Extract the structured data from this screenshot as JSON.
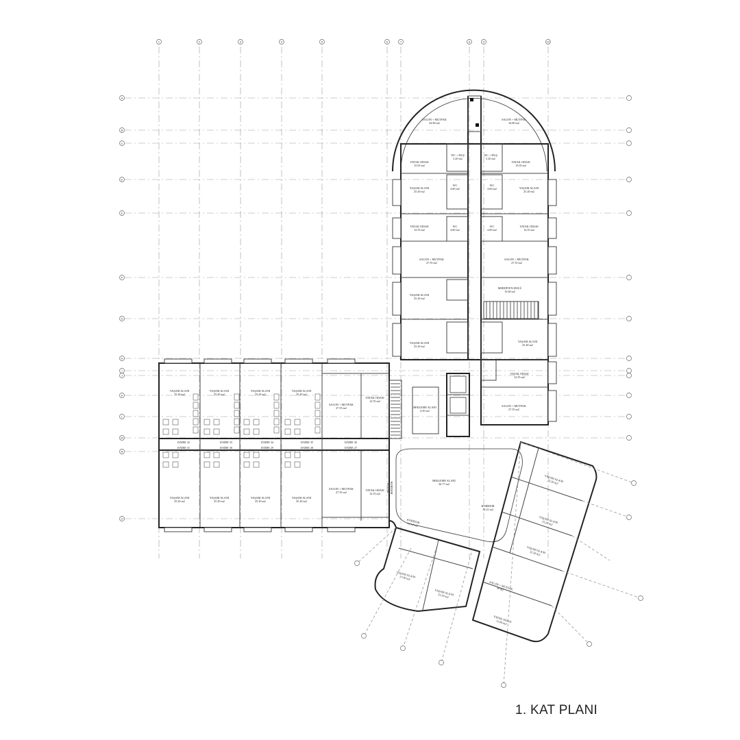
{
  "title": "1. KAT PLANI",
  "grid_axes": {
    "vertical": [
      "1",
      "2",
      "3",
      "4",
      "5",
      "6",
      "7",
      "8",
      "9",
      "10"
    ],
    "horizontal": [
      "A",
      "B",
      "C",
      "D",
      "E",
      "F",
      "G",
      "H",
      "I",
      "J",
      "K",
      "L",
      "M",
      "N",
      "O"
    ]
  },
  "rooms": [
    {
      "name": "SALON + MUTFAK",
      "area": "34.90 m2"
    },
    {
      "name": "SALON + MUTFAK",
      "area": "34.80 m2"
    },
    {
      "name": "YATAK ODASI",
      "area": "15.05 m2"
    },
    {
      "name": "YATAK ODASI",
      "area": "15.05 m2"
    },
    {
      "name": "WC + DUŞ",
      "area": "5.20 m2"
    },
    {
      "name": "WC + DUŞ",
      "area": "5.20 m2"
    },
    {
      "name": "YAŞAM ALANI",
      "area": "25.20 m2"
    },
    {
      "name": "YAŞAM ALANI",
      "area": "25.20 m2"
    },
    {
      "name": "WC",
      "area": "4.60 m2"
    },
    {
      "name": "WC",
      "area": "4.60 m2"
    },
    {
      "name": "YATAK ODASI",
      "area": "12.55 m2"
    },
    {
      "name": "YATAK ODASI",
      "area": "12.55 m2"
    },
    {
      "name": "WC",
      "area": "4.00 m2"
    },
    {
      "name": "WC",
      "area": "4.00 m2"
    },
    {
      "name": "SALON + MUTFAK",
      "area": "27.55 m2"
    },
    {
      "name": "SALON + MUTFAK",
      "area": "27.55 m2"
    },
    {
      "name": "YAŞAM ALANI",
      "area": "25.20 m2"
    },
    {
      "name": "MERDİVEN HOLÜ",
      "area": "15.60 m2"
    },
    {
      "name": "YAŞAM ALANI",
      "area": "25.20 m2"
    },
    {
      "name": "YAŞAM ALANI",
      "area": "25.20 m2"
    },
    {
      "name": "YATAK ODASI",
      "area": "12.55 m2"
    },
    {
      "name": "SALON + MUTFAK",
      "area": "27.55 m2"
    },
    {
      "name": "BEKLEME ALANI",
      "area": "4.50 m2"
    },
    {
      "name": "YAŞAM ALANI",
      "area": "25.20 m2"
    },
    {
      "name": "YAŞAM ALANI",
      "area": "25.20 m2"
    },
    {
      "name": "YAŞAM ALANI",
      "area": "25.20 m2"
    },
    {
      "name": "YAŞAM ALANI",
      "area": "25.20 m2"
    },
    {
      "name": "SALON + MUTFAK",
      "area": "27.55 m2"
    },
    {
      "name": "YATAK ODASI",
      "area": "12.55 m2"
    },
    {
      "name": "YAŞAM ALANI",
      "area": "25.20 m2"
    },
    {
      "name": "YAŞAM ALANI",
      "area": "25.20 m2"
    },
    {
      "name": "YAŞAM ALANI",
      "area": "25.20 m2"
    },
    {
      "name": "YAŞAM ALANI",
      "area": "25.20 m2"
    },
    {
      "name": "SALON + MUTFAK",
      "area": "27.55 m2"
    },
    {
      "name": "YATAK ODASI",
      "area": "12.55 m2"
    },
    {
      "name": "KORİDOR",
      "area": "10.55 m2"
    },
    {
      "name": "BEKLEME ALANI",
      "area": "56.77 m2"
    },
    {
      "name": "KORİDOR",
      "area": "14.14 m2"
    },
    {
      "name": "KORİDOR",
      "area": "14.21 m2"
    },
    {
      "name": "YAŞAM ALANI",
      "area": "25.20 m2"
    },
    {
      "name": "YAŞAM ALANI",
      "area": "25.20 m2"
    },
    {
      "name": "YAŞAM ALANI",
      "area": "22.20 m2"
    },
    {
      "name": "SALON + MUTFAK",
      "area": "30 m2"
    },
    {
      "name": "YATAK ODASI",
      "area": "13.00 m2"
    },
    {
      "name": "YAŞAM ALANI",
      "area": "27.90 m2"
    },
    {
      "name": "YAŞAM ALANI",
      "area": "25.50 m2"
    }
  ],
  "units": [
    "DAİRE 32",
    "DAİRE 33",
    "DAİRE 34",
    "DAİRE 35",
    "DAİRE 36",
    "DAİRE 31",
    "DAİRE 30",
    "DAİRE 29",
    "DAİRE 28",
    "DAİRE 27"
  ]
}
